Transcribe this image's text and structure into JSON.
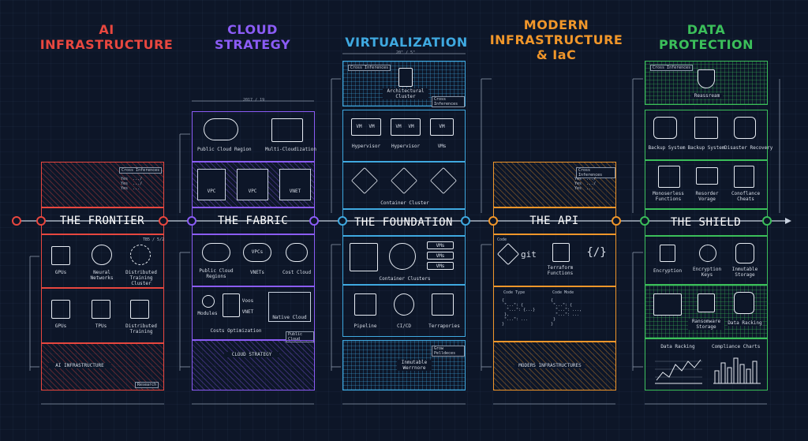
{
  "colors": {
    "ai": "#e8473f",
    "cloud": "#8b5cf6",
    "virt": "#3fa9e0",
    "modern": "#f0962a",
    "data": "#3bbf5a",
    "line": "#c9d2e0"
  },
  "headings": {
    "ai": [
      "AI",
      "INFRASTRUCTURE"
    ],
    "cloud": [
      "CLOUD",
      "STRATEGY"
    ],
    "virt": [
      "VIRTUALIZATION"
    ],
    "modern": [
      "MODERN",
      "INFRASTRUCTURE",
      "& IaC"
    ],
    "data": [
      "DATA",
      "PROTECTION"
    ]
  },
  "ai": {
    "title": "THE FRONTIER",
    "top_tag": "Cross Inferences",
    "row1": [
      "GPUs",
      "Neural Networks",
      "Distributed Training Cluster"
    ],
    "row1_note": "TB5 / 5/2",
    "row2": [
      "GPUs",
      "TPUs",
      "Distributed Training"
    ],
    "bottom": "AI INFRASTRUCTURE",
    "bottom_tag": "Research"
  },
  "cloud": {
    "top": [
      "Public Cloud Region",
      "Multi-Cloudization"
    ],
    "vpc": [
      "VPC",
      "VPC",
      "VNET"
    ],
    "title": "THE FABRIC",
    "row1": [
      "Public Cloud Regions",
      "VNETs",
      "Cost Cloud"
    ],
    "vpcs_label": "VPCs",
    "row2": [
      "Modules",
      "Voos",
      "VNET",
      "Native Cloud"
    ],
    "row2_caption": "Costs Optimization",
    "public_tag": "Public Cloud",
    "bottom": "CLOUD STRATEGY",
    "dim_top": "2017 / 19"
  },
  "virt": {
    "dim_top": "20\" / 5\"",
    "top_tag": "Cross Inferences",
    "top_label": "Architectural Cluster",
    "top_tag2": "Cross Inferences",
    "vm_labels": [
      "Hypervisor",
      "Hypervisor",
      "VMs"
    ],
    "vm_box": [
      "VM",
      "VM",
      "VM",
      "VM",
      "VM"
    ],
    "container_caption": "Container Cluster",
    "title": "THE FOUNDATION",
    "cluster_caption": "Container Clusters",
    "vms": [
      "VMs",
      "VMs",
      "VMs"
    ],
    "pipe": [
      "Pipeline",
      "CI/CD",
      "Terrapories"
    ],
    "bottom_label": "Inmutable Werrnore",
    "bottom_tag": "Grow Pelldeces"
  },
  "modern": {
    "top_tag": "Cross Inferences",
    "title": "THE API",
    "code_label": "Code",
    "git": "git",
    "tf_label": "Terraform Functions",
    "code_type": "Code Type",
    "code_mode": "Code Mode",
    "bottom": "MODERS INFRASTRUCTURES"
  },
  "data": {
    "top_tag": "Cross Inferences",
    "top_label": "Reassream",
    "row1": [
      "Backup System",
      "Backup System",
      "Disaster Recovery"
    ],
    "row2": [
      "Monoserless Functions",
      "Resorder Vorage",
      "Conoflance Cheats"
    ],
    "title": "THE SHIELD",
    "row3": [
      "Encryption",
      "Encryption Keys",
      "Inmutable Storage"
    ],
    "row4": [
      "Ransomware Storage",
      "Data Racking"
    ],
    "charts": [
      "Data Racking",
      "Compliance Charts"
    ]
  }
}
